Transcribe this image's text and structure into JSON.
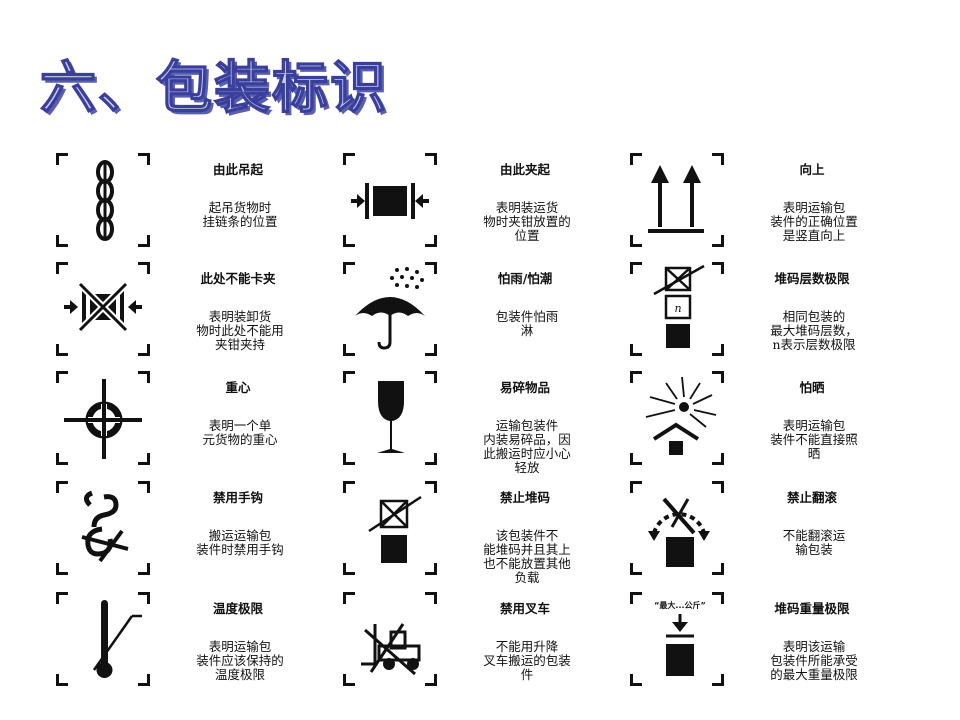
{
  "title": "六、包装标识",
  "items": [
    {
      "title": "由此吊起",
      "desc": "起吊货物时\n挂链条的位置",
      "icon": "chain-icon"
    },
    {
      "title": "由此夹起",
      "desc": "表明装运货\n物时夹钳放置的\n位置",
      "icon": "clamp-here-icon"
    },
    {
      "title": "向上",
      "desc": "表明运输包\n装件的正确位置\n是竖直向上",
      "icon": "up-arrows-icon"
    },
    {
      "title": "此处不能卡夹",
      "desc": "表明装卸货\n物时此处不能用\n夹钳夹持",
      "icon": "no-clamp-icon"
    },
    {
      "title": "怕雨/怕潮",
      "desc": "包装件怕雨\n淋",
      "icon": "umbrella-rain-icon"
    },
    {
      "title": "堆码层数极限",
      "desc": "相同包装的\n最大堆码层数，\nn表示层数极限",
      "icon": "stack-layers-icon"
    },
    {
      "title": "重心",
      "desc": "表明一个单\n元货物的重心",
      "icon": "center-of-gravity-icon"
    },
    {
      "title": "易碎物品",
      "desc": "运输包装件\n内装易碎品，因\n此搬运时应小心\n轻放",
      "icon": "fragile-glass-icon"
    },
    {
      "title": "怕晒",
      "desc": "表明运输包\n装件不能直接照\n晒",
      "icon": "sunlight-icon"
    },
    {
      "title": "禁用手钩",
      "desc": "搬运运输包\n装件时禁用手钩",
      "icon": "no-hand-hook-icon"
    },
    {
      "title": "禁止堆码",
      "desc": "该包装件不\n能堆码并且其上\n也不能放置其他\n负载",
      "icon": "no-stacking-icon"
    },
    {
      "title": "禁止翻滚",
      "desc": "不能翻滚运\n输包装",
      "icon": "no-rolling-icon"
    },
    {
      "title": "温度极限",
      "desc": "表明运输包\n装件应该保持的\n温度极限",
      "icon": "thermometer-icon"
    },
    {
      "title": "禁用叉车",
      "desc": "不能用升降\n叉车搬运的包装\n件",
      "icon": "no-forklift-icon"
    },
    {
      "title": "堆码重量极限",
      "desc": "表明该运输\n包装件所能承受\n的最大重量极限",
      "icon": "stack-weight-icon",
      "icon_text": "“最大...公斤”"
    }
  ],
  "stack_layer_label": "n"
}
